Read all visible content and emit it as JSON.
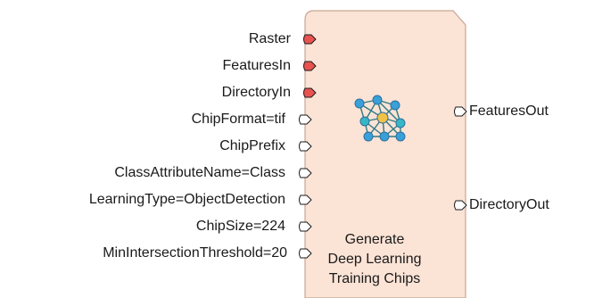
{
  "node": {
    "title_lines": [
      "Generate",
      "Deep Learning",
      "Training Chips"
    ],
    "icon": "deep-learning-network-icon",
    "fill_color": "#fbe3d6",
    "border_color": "#c8a694"
  },
  "colors": {
    "required_port": "#e8534f",
    "optional_port": "#ffffff",
    "port_outline": "#1a1a1a"
  },
  "input_ports": [
    {
      "label": "Raster",
      "required": true
    },
    {
      "label": "FeaturesIn",
      "required": true
    },
    {
      "label": "DirectoryIn",
      "required": true
    },
    {
      "label": "ChipFormat=tif",
      "required": false
    },
    {
      "label": "ChipPrefix",
      "required": false
    },
    {
      "label": "ClassAttributeName=Class",
      "required": false
    },
    {
      "label": "LearningType=ObjectDetection",
      "required": false
    },
    {
      "label": "ChipSize=224",
      "required": false
    },
    {
      "label": "MinIntersectionThreshold=20",
      "required": false
    }
  ],
  "output_ports": [
    {
      "label": "FeaturesOut"
    },
    {
      "label": "DirectoryOut"
    }
  ]
}
